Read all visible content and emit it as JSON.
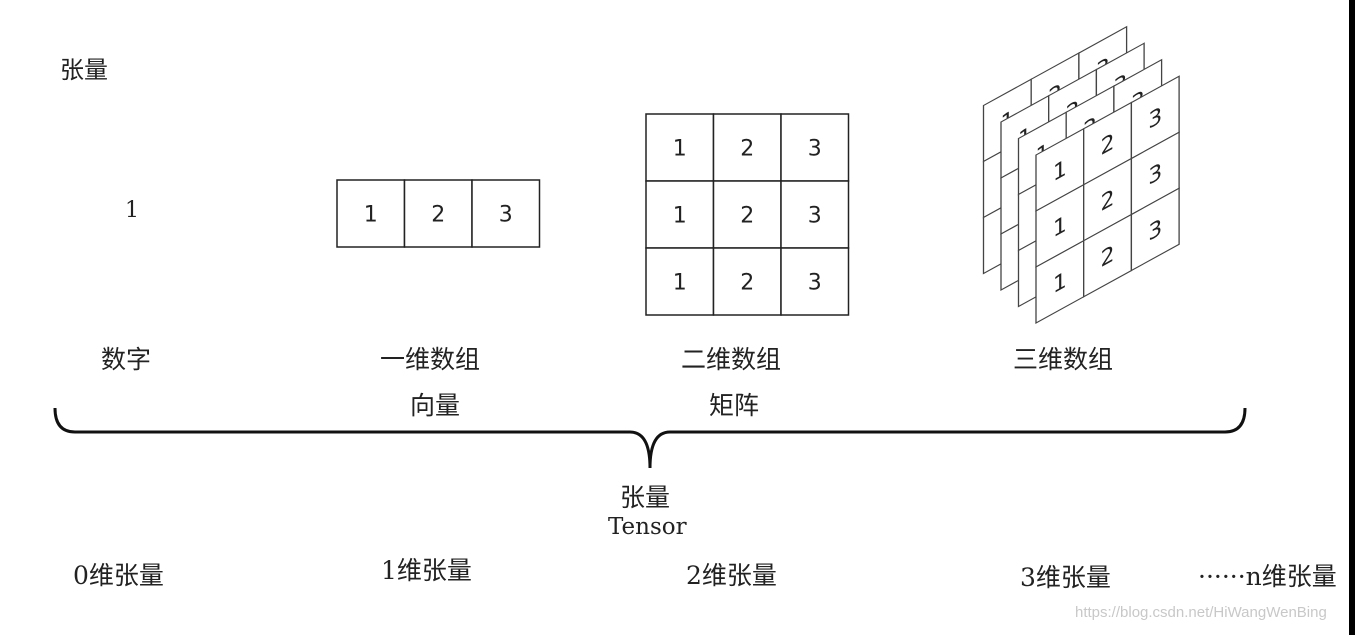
{
  "title": "张量",
  "scalar": {
    "value": "1",
    "label": "数字",
    "dim_label": "0维张量"
  },
  "vector": {
    "values": [
      "1",
      "2",
      "3"
    ],
    "label": "一维数组",
    "alias": "向量",
    "dim_label": "1维张量"
  },
  "matrix": {
    "rows": [
      [
        "1",
        "2",
        "3"
      ],
      [
        "1",
        "2",
        "3"
      ],
      [
        "1",
        "2",
        "3"
      ]
    ],
    "label": "二维数组",
    "alias": "矩阵",
    "dim_label": "2维张量"
  },
  "tensor3d": {
    "rows": [
      [
        "1",
        "2",
        "3"
      ],
      [
        "1",
        "2",
        "3"
      ],
      [
        "1",
        "2",
        "3"
      ]
    ],
    "label": "三维数组",
    "dim_label": "3维张量"
  },
  "brace_label": "张量",
  "brace_label_en": "Tensor",
  "n_dim_label": "······n维张量",
  "watermark": "https://blog.csdn.net/HiWangWenBing"
}
